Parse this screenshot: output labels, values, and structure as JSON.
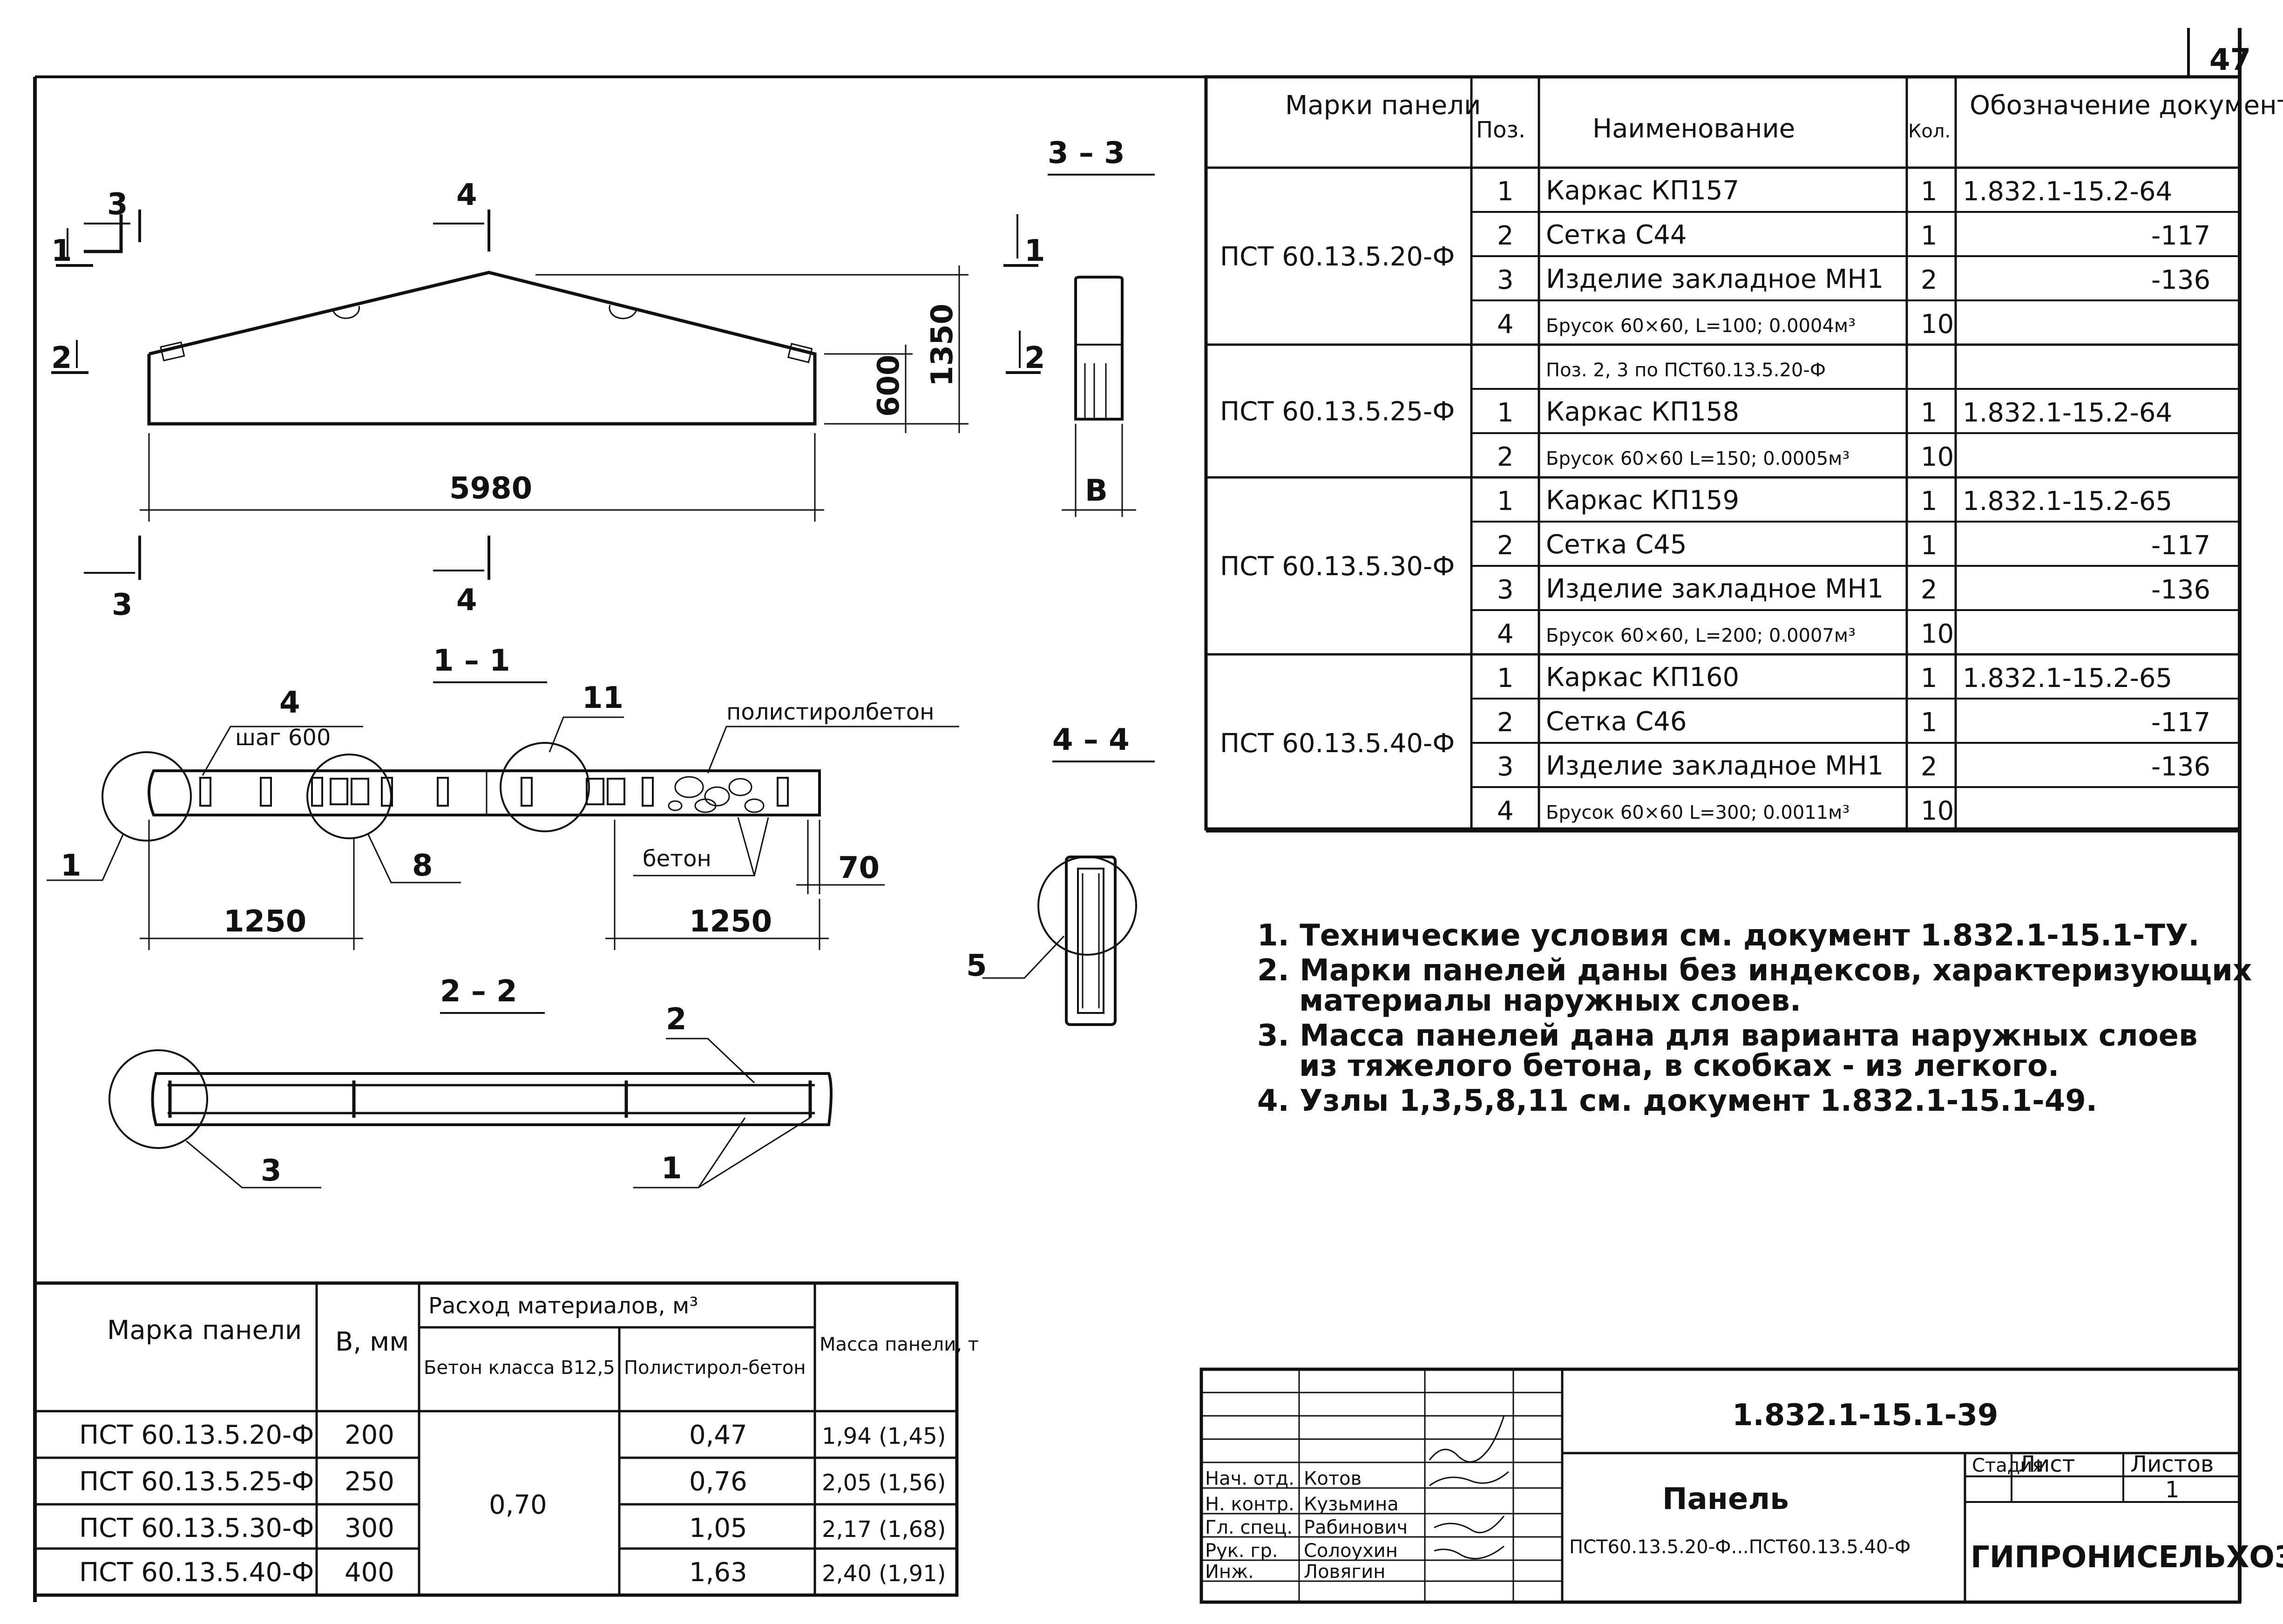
{
  "page_number": "47",
  "drawing": {
    "sections": {
      "s33": "3 – 3",
      "s11": "1 – 1",
      "s22": "2 – 2",
      "s44": "4 – 4"
    },
    "dims": {
      "length": "5980",
      "height_total": "1350",
      "height_side": "600",
      "width": "B",
      "step1": "1250",
      "step2": "1250",
      "dim70": "70"
    },
    "cut_labels": {
      "c3a": "3",
      "c3b": "3",
      "c4a": "4",
      "c4b": "4",
      "c1a": "1",
      "c1b": "1",
      "c2a": "2",
      "c2b": "2"
    },
    "callouts": {
      "n4": "4",
      "pitch": "шаг 600",
      "n11": "11",
      "polystyrene": "полистиролбетон",
      "n1": "1",
      "n8": "8",
      "concrete": "бетон",
      "n5": "5",
      "n2": "2",
      "n3": "3",
      "n1b": "1"
    }
  },
  "spec_table": {
    "headers": [
      "Марки панели",
      "Поз.",
      "Наименование",
      "Кол.",
      "Обозначение документа"
    ],
    "groups": [
      {
        "mark": "ПСТ 60.13.5.20-Ф",
        "rows": [
          {
            "pos": "1",
            "name": "Каркас КП157",
            "qty": "1",
            "doc": "1.832.1-15.2-64"
          },
          {
            "pos": "2",
            "name": "Сетка С44",
            "qty": "1",
            "doc": "-117"
          },
          {
            "pos": "3",
            "name": "Изделие закладное МН1",
            "qty": "2",
            "doc": "-136"
          },
          {
            "pos": "4",
            "name": "Брусок 60×60, L=100; 0.0004м³",
            "qty": "10",
            "doc": ""
          }
        ]
      },
      {
        "mark": "ПСТ 60.13.5.25-Ф",
        "rows": [
          {
            "pos": "",
            "name": "Поз. 2, 3 по ПСТ60.13.5.20-Ф",
            "qty": "",
            "doc": ""
          },
          {
            "pos": "1",
            "name": "Каркас КП158",
            "qty": "1",
            "doc": "1.832.1-15.2-64"
          },
          {
            "pos": "2",
            "name": "Брусок 60×60 L=150; 0.0005м³",
            "qty": "10",
            "doc": ""
          }
        ]
      },
      {
        "mark": "ПСТ 60.13.5.30-Ф",
        "rows": [
          {
            "pos": "1",
            "name": "Каркас КП159",
            "qty": "1",
            "doc": "1.832.1-15.2-65"
          },
          {
            "pos": "2",
            "name": "Сетка С45",
            "qty": "1",
            "doc": "-117"
          },
          {
            "pos": "3",
            "name": "Изделие закладное МН1",
            "qty": "2",
            "doc": "-136"
          },
          {
            "pos": "4",
            "name": "Брусок 60×60, L=200; 0.0007м³",
            "qty": "10",
            "doc": ""
          }
        ]
      },
      {
        "mark": "ПСТ 60.13.5.40-Ф",
        "rows": [
          {
            "pos": "1",
            "name": "Каркас КП160",
            "qty": "1",
            "doc": "1.832.1-15.2-65"
          },
          {
            "pos": "2",
            "name": "Сетка С46",
            "qty": "1",
            "doc": "-117"
          },
          {
            "pos": "3",
            "name": "Изделие закладное МН1",
            "qty": "2",
            "doc": "-136"
          },
          {
            "pos": "4",
            "name": "Брусок 60×60 L=300; 0.0011м³",
            "qty": "10",
            "doc": ""
          }
        ]
      }
    ]
  },
  "notes": [
    "1. Технические условия см. документ 1.832.1-15.1-ТУ.",
    "2. Марки панелей даны без индексов, характеризующих",
    "материалы наружных слоев.",
    "3. Масса панелей дана для варианта наружных слоев",
    "из тяжелого бетона, в скобках - из легкого.",
    "4. Узлы 1,3,5,8,11 см. документ 1.832.1-15.1-49."
  ],
  "materials_table": {
    "h_mark": "Марка панели",
    "h_b": "В, мм",
    "h_consumption": "Расход материалов, м³",
    "h_concrete": "Бетон класса В12,5",
    "h_polystyrene": "Полистирол-бетон",
    "h_mass": "Масса панели, т",
    "concrete_merged": "0,70",
    "rows": [
      {
        "mark": "ПСТ 60.13.5.20-Ф",
        "b": "200",
        "poly": "0,47",
        "mass": "1,94 (1,45)"
      },
      {
        "mark": "ПСТ 60.13.5.25-Ф",
        "b": "250",
        "poly": "0,76",
        "mass": "2,05 (1,56)"
      },
      {
        "mark": "ПСТ 60.13.5.30-Ф",
        "b": "300",
        "poly": "1,05",
        "mass": "2,17 (1,68)"
      },
      {
        "mark": "ПСТ 60.13.5.40-Ф",
        "b": "400",
        "poly": "1,63",
        "mass": "2,40 (1,91)"
      }
    ]
  },
  "title_block": {
    "code": "1.832.1-15.1-39",
    "title": "Панель",
    "subtitle": "ПСТ60.13.5.20-Ф...ПСТ60.13.5.40-Ф",
    "org": "ГИПРОНИСЕЛЬХОЗ",
    "col_stage": "Стадия",
    "col_sheet": "Лист",
    "col_sheets": "Листов",
    "sheet_value": "1",
    "roles": [
      {
        "role": "Нач. отд.",
        "name": "Котов"
      },
      {
        "role": "Н. контр.",
        "name": "Кузьмина"
      },
      {
        "role": "Гл. спец.",
        "name": "Рабинович"
      },
      {
        "role": "Рук. гр.",
        "name": "Солоухин"
      },
      {
        "role": "Инж.",
        "name": "Ловягин"
      }
    ]
  }
}
